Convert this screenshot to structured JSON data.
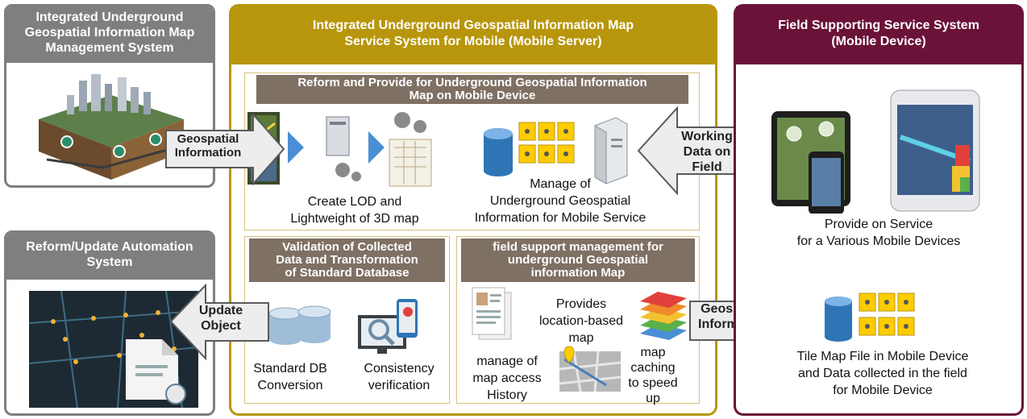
{
  "left_top": {
    "title": "Integrated Underground Geospatial Information Map Management System",
    "lines": [
      "Integrated Underground",
      "Geospatial Information Map",
      "Management System"
    ]
  },
  "left_bottom": {
    "lines": [
      "Reform/Update Automation",
      "System"
    ]
  },
  "center": {
    "lines": [
      "Integrated Underground Geospatial Information Map",
      "Service System for Mobile (Mobile Server)"
    ],
    "reform": {
      "lines": [
        "Reform and Provide for Underground Geospatial Information",
        "Map on Mobile Device"
      ],
      "lod_caption": [
        "Create LOD and",
        "Lightweight of 3D map"
      ],
      "manage_caption": [
        "Manage of",
        "Underground Geospatial",
        "Information  for Mobile Service"
      ]
    },
    "validation": {
      "lines": [
        "Validation of Collected",
        "Data and Transformation",
        "of Standard Database"
      ],
      "std_db": [
        "Standard DB",
        "Conversion"
      ],
      "consistency": [
        "Consistency",
        "verification"
      ]
    },
    "field_support": {
      "lines": [
        "field support management for",
        "underground Geospatial",
        "information Map"
      ],
      "history": [
        "manage of",
        "map access",
        "History"
      ],
      "location": [
        "Provides",
        "location-based",
        "map"
      ],
      "caching": [
        "map",
        "caching",
        "to speed",
        "up"
      ]
    }
  },
  "right": {
    "lines": [
      "Field Supporting Service System",
      "(Mobile Device)"
    ],
    "provide": [
      "Provide on Service",
      "for a Various Mobile Devices"
    ],
    "tile": [
      "Tile Map  File in Mobile Device",
      "and Data  collected in the field",
      "for Mobile Device"
    ]
  },
  "arrows": {
    "geospatial_left": [
      "Geospatial",
      "Information"
    ],
    "working": [
      "Working",
      "Data on",
      "Field"
    ],
    "update": [
      "Update",
      "Object"
    ],
    "geospatial_right": [
      "Geospatial",
      "Information"
    ]
  },
  "colors": {
    "gold": "#b8960c",
    "maroon": "#6b1238",
    "gray": "#7f7f7f",
    "brown": "#7f7064",
    "db_blue": "#2e75b6",
    "folder_yellow": "#ffcc00"
  }
}
